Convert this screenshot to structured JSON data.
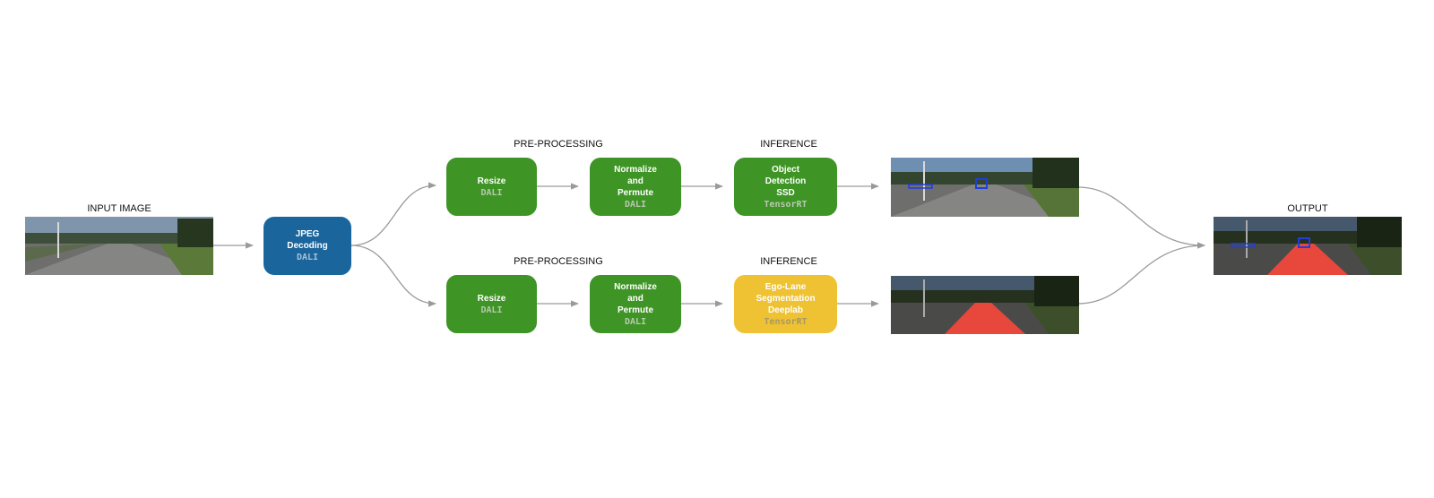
{
  "labels": {
    "input_image": "INPUT IMAGE",
    "preprocessing_top": "PRE-PROCESSING",
    "preprocessing_bottom": "PRE-PROCESSING",
    "inference_top": "INFERENCE",
    "inference_bottom": "INFERENCE",
    "output": "OUTPUT"
  },
  "jpeg_box": {
    "lines": [
      "JPEG",
      "Decoding"
    ],
    "tech": "DALI"
  },
  "top_branch": {
    "resize": {
      "lines": [
        "Resize"
      ],
      "tech": "DALI"
    },
    "normalize": {
      "lines": [
        "Normalize",
        "and",
        "Permute"
      ],
      "tech": "DALI"
    },
    "inference": {
      "lines": [
        "Object",
        "Detection",
        "SSD"
      ],
      "tech": "TensorRT"
    }
  },
  "bottom_branch": {
    "resize": {
      "lines": [
        "Resize"
      ],
      "tech": "DALI"
    },
    "normalize": {
      "lines": [
        "Normalize",
        "and",
        "Permute"
      ],
      "tech": "DALI"
    },
    "inference": {
      "lines": [
        "Ego-Lane",
        "Segmentation",
        "Deeplab"
      ],
      "tech": "TensorRT"
    }
  },
  "colors": {
    "dali_green": "#3e9425",
    "jpeg_blue": "#1a659c",
    "tensorrt_yellow": "#eec232",
    "lane_overlay_red": "#e8473c",
    "detection_box_blue": "#1f3fd8",
    "connector_gray": "#9a9a9a"
  }
}
